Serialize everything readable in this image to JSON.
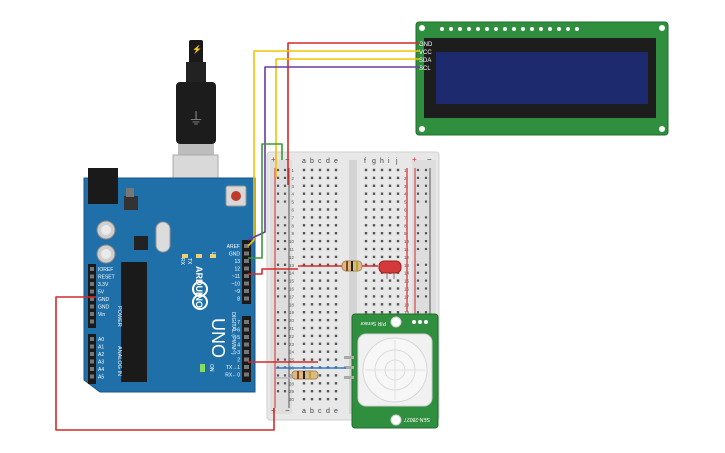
{
  "lcd": {
    "pins": [
      "GND",
      "VCC",
      "SDA",
      "SCL"
    ]
  },
  "breadboard": {
    "col_letters_left": [
      "a",
      "b",
      "c",
      "d",
      "e"
    ],
    "col_letters_right": [
      "f",
      "g",
      "h",
      "i",
      "j"
    ],
    "plus": "+",
    "minus": "−",
    "row_numbers": [
      "1",
      "2",
      "3",
      "4",
      "5",
      "6",
      "7",
      "8",
      "9",
      "10",
      "11",
      "12",
      "13",
      "14",
      "15",
      "16",
      "17",
      "18",
      "19",
      "20",
      "21",
      "22",
      "23",
      "24",
      "25",
      "26",
      "27",
      "28",
      "29",
      "30"
    ]
  },
  "arduino": {
    "brand": "ARDUINO",
    "model": "UNO",
    "power_label": "POWER",
    "analog_label": "ANALOG IN",
    "digital_label": "DIGITAL (PWM~)",
    "power_pins": [
      "IOREF",
      "RESET",
      "3.3V",
      "5V",
      "GND",
      "GND",
      "Vin"
    ],
    "analog_pins": [
      "A0",
      "A1",
      "A2",
      "A3",
      "A4",
      "A5"
    ],
    "top_pins": [
      "AREF",
      "GND",
      "13",
      "12",
      "~11",
      "~10",
      "~9",
      "8"
    ],
    "digital_pins": [
      "7",
      "~6",
      "~5",
      "4",
      "~3",
      "2",
      "TX→1",
      "RX←0"
    ],
    "led_labels": [
      "L",
      "TX",
      "RX"
    ],
    "on_label": "ON"
  },
  "pir": {
    "label_top": "PIR Sensor",
    "label_bottom": "SEN-28027"
  },
  "colors": {
    "wire_red": "#d42a2a",
    "wire_yellow": "#f2c300",
    "wire_purple": "#6a3aa0",
    "wire_green": "#3a9a3a",
    "wire_blue": "#2a7ad4",
    "lcd_pcb": "#2f8f3e",
    "lcd_screen": "#1e2a6e",
    "arduino_board": "#1f6fa8",
    "pir_pcb": "#2f8f3e",
    "breadboard": "#e6e6e6"
  }
}
